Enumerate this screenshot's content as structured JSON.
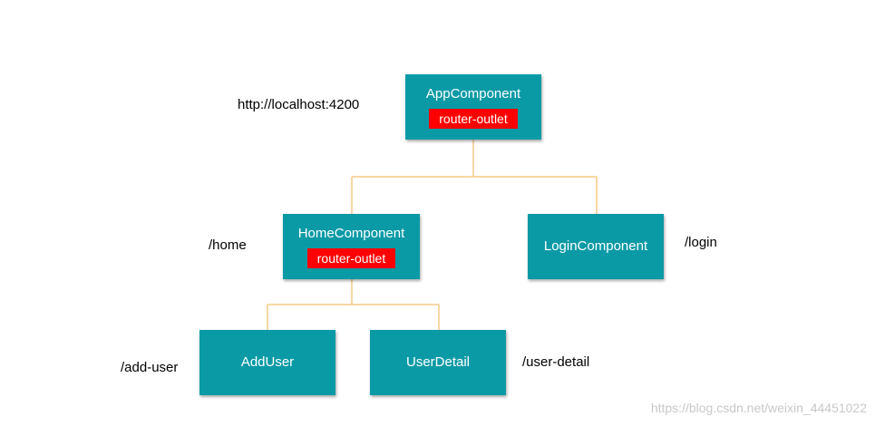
{
  "colors": {
    "node_fill": "#0a9aa6",
    "outlet_fill": "#ff0000",
    "connector": "#f7c887",
    "text_on_node": "#ffffff",
    "route_text": "#000000",
    "watermark": "#c8c8c8"
  },
  "nodes": {
    "app": {
      "title": "AppComponent",
      "outlet": "router-outlet"
    },
    "home": {
      "title": "HomeComponent",
      "outlet": "router-outlet"
    },
    "login": {
      "title": "LoginComponent"
    },
    "add_user": {
      "title": "AddUser"
    },
    "user_detail": {
      "title": "UserDetail"
    }
  },
  "routes": {
    "root": "http://localhost:4200",
    "home": "/home",
    "login": "/login",
    "add_user": "/add-user",
    "user_detail": "/user-detail"
  },
  "watermark": "https://blog.csdn.net/weixin_44451022"
}
